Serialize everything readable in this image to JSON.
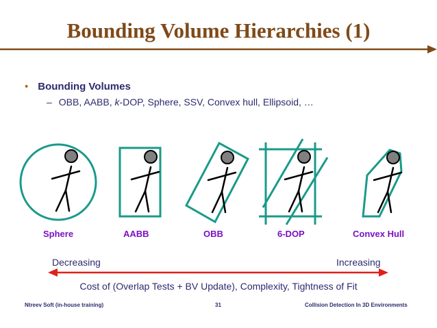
{
  "slide": {
    "title": "Bounding Volume Hierarchies (1)",
    "bullet": "Bounding Volumes",
    "sub_dash": "–",
    "sub_pre": "OBB, AABB, ",
    "sub_italic": "k",
    "sub_post": "-DOP, Sphere, SSV, Convex hull, Ellipsoid, …",
    "figure_labels": [
      "Sphere",
      "AABB",
      "OBB",
      "6-DOP",
      "Convex Hull"
    ],
    "decreasing": "Decreasing",
    "increasing": "Increasing",
    "cost_text": "Cost of (Overlap Tests + BV Update), Complexity, Tightness of Fit",
    "footer_left": "Ntreev Soft (in-house training)",
    "footer_page": "31",
    "footer_right": "Collision Detection In 3D Environments"
  },
  "colors": {
    "title": "#7f4a19",
    "rule": "#7f4a19",
    "text": "#2b2b6e",
    "bullet_dot": "#b5651d",
    "label": "#7a10c4",
    "volume_stroke": "#1a9a8a",
    "head_fill": "#808080",
    "arrow": "#e0201a"
  }
}
